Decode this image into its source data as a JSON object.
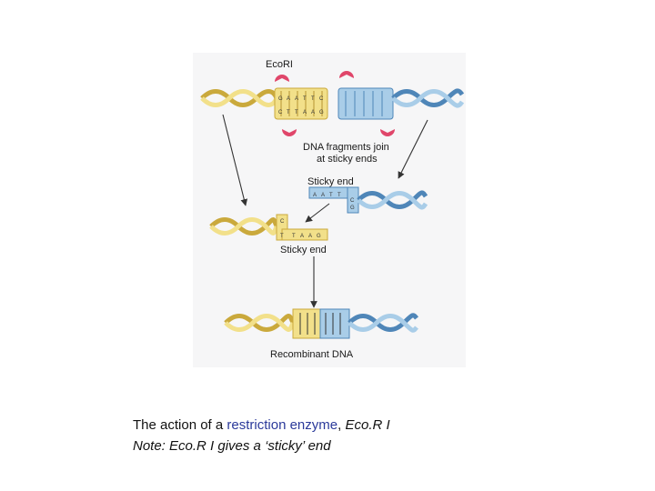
{
  "figure": {
    "labels": {
      "enzyme": "EcoRI",
      "join_line1": "DNA fragments join",
      "join_line2": "at sticky ends",
      "sticky_upper": "Sticky end",
      "sticky_lower": "Sticky end",
      "recombinant": "Recombinant DNA"
    },
    "cut_top_bases": [
      "G",
      "A",
      "A",
      "T",
      "T",
      "C"
    ],
    "cut_bottom_bases": [
      "C",
      "T",
      "T",
      "A",
      "A",
      "G"
    ],
    "sticky_upper_bases": [
      "A",
      "A",
      "T",
      "T",
      "C",
      "G"
    ],
    "sticky_lower_bases": [
      "C",
      "T",
      "T",
      "A",
      "A",
      "G"
    ],
    "colors": {
      "yellow_dna": "#f2e08a",
      "yellow_stroke": "#caa93c",
      "blue_dna": "#a9cde8",
      "blue_stroke": "#4f86b8",
      "enzyme": "#e0466a",
      "figure_bg": "#f6f6f7"
    }
  },
  "caption": {
    "line1_prefix": "The action of a ",
    "line1_link": "restriction enzyme",
    "line1_sep": ", ",
    "line1_italic": "Eco.R I",
    "line2": "Note: Eco.R I gives a ‘sticky’ end"
  }
}
